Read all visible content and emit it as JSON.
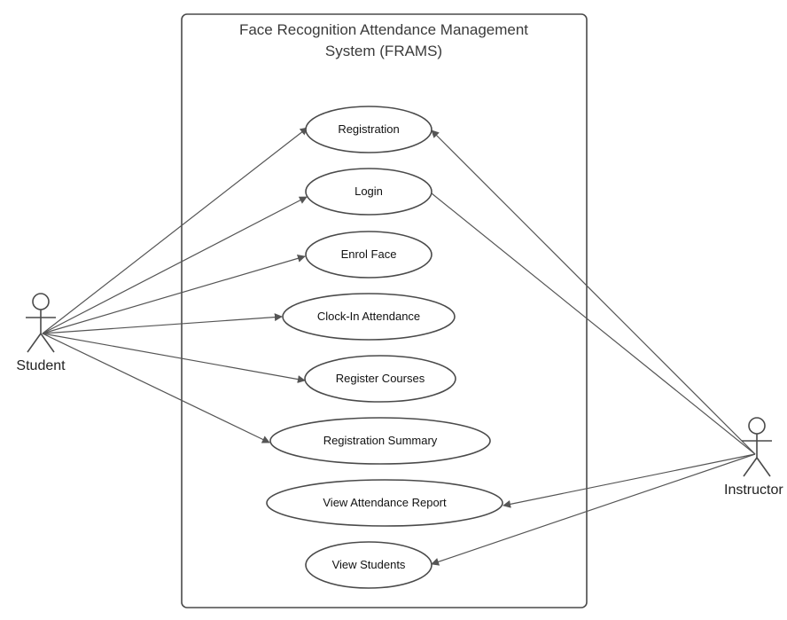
{
  "system": {
    "title_line1": "Face Recognition Attendance Management",
    "title_line2": "System (FRAMS)"
  },
  "actors": {
    "student": "Student",
    "instructor": "Instructor"
  },
  "use_cases": {
    "registration": "Registration",
    "login": "Login",
    "enrol_face": "Enrol Face",
    "clock_in": "Clock-In Attendance",
    "register_courses": "Register Courses",
    "registration_summary": "Registration Summary",
    "view_attendance_report": "View Attendance Report",
    "view_students": "View Students"
  },
  "associations": [
    {
      "from": "Student",
      "to": "Registration"
    },
    {
      "from": "Student",
      "to": "Login"
    },
    {
      "from": "Student",
      "to": "Enrol Face"
    },
    {
      "from": "Student",
      "to": "Clock-In Attendance"
    },
    {
      "from": "Student",
      "to": "Register Courses"
    },
    {
      "from": "Student",
      "to": "Registration Summary"
    },
    {
      "from": "Instructor",
      "to": "Registration"
    },
    {
      "from": "Instructor",
      "to": "Login"
    },
    {
      "from": "Instructor",
      "to": "View Attendance Report"
    },
    {
      "from": "Instructor",
      "to": "View Students"
    }
  ],
  "colors": {
    "stroke": "#4a4a4a",
    "line": "#555555",
    "background": "#ffffff"
  }
}
